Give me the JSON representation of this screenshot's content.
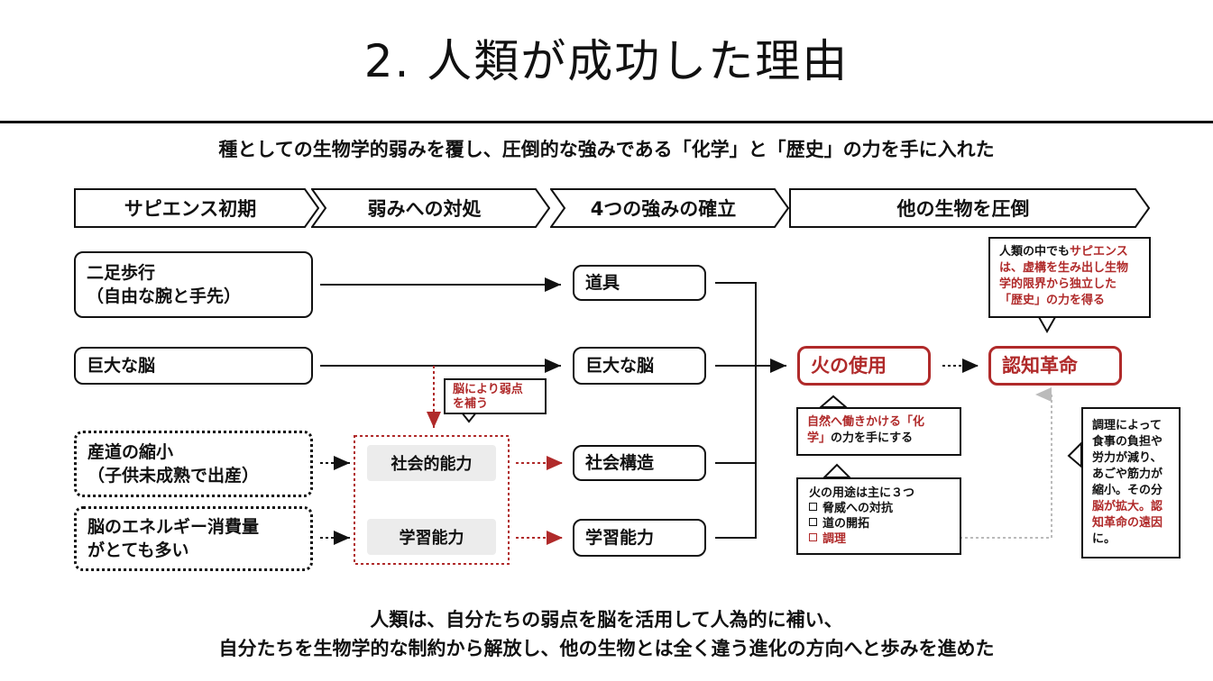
{
  "title": "2. 人類が成功した理由",
  "subtitle": "種としての生物学的弱みを覆し、圧倒的な強みである「化学」と「歴史」の力を手に入れた",
  "phases": [
    "サピエンス初期",
    "弱みへの対処",
    "4つの強みの確立",
    "他の生物を圧倒"
  ],
  "left_boxes": {
    "walk_line1": "二足歩行",
    "walk_line2": "（自由な腕と手先）",
    "brain": "巨大な脳",
    "birth_line1": "産道の縮小",
    "birth_line2": "（子供未成熟で出産）",
    "energy_line1": "脳のエネルギー消費量",
    "energy_line2": "がとても多い"
  },
  "mid": {
    "social": "社会的能力",
    "learning": "学習能力",
    "callout_line1": "脳により弱点",
    "callout_line2": "を補う"
  },
  "strengths": [
    "道具",
    "巨大な脳",
    "社会構造",
    "学習能力"
  ],
  "fire": "火の使用",
  "cognitive": "認知革命",
  "fire_callout": {
    "red_part": "自然へ働きかける「化学」",
    "line2_red": "学」",
    "line2_rest": "の力を手にする",
    "line1_red": "自然へ働きかける「化"
  },
  "fire_uses": {
    "heading": "火の用途は主に３つ",
    "items": [
      "脅威への対抗",
      "道の開拓",
      "調理"
    ]
  },
  "sapiens_callout": {
    "l1_a": "人類の中でも",
    "l1_b": "サピエンス",
    "l2": "は、虚構を生み出し生物",
    "l3": "学的限界から独立した",
    "l4": "「歴史」の力を得る"
  },
  "cooking_note": {
    "l1": "調理によって",
    "l2": "食事の負担や",
    "l3": "労力が減り、",
    "l4": "あごや筋力が",
    "l5": "縮小。その分",
    "l6": "脳が拡大。認",
    "l7": "知革命の遠因",
    "l8": "に。"
  },
  "conclusion_line1": "人類は、自分たちの弱点を脳を活用して人為的に補い、",
  "conclusion_line2": "自分たちを生物学的な制約から解放し、他の生物とは全く違う進化の方向へと歩みを進めた",
  "colors": {
    "accent_red": "#b02a2a",
    "grey_fill": "#ececec",
    "dotted_grey": "#bbbbbb"
  }
}
